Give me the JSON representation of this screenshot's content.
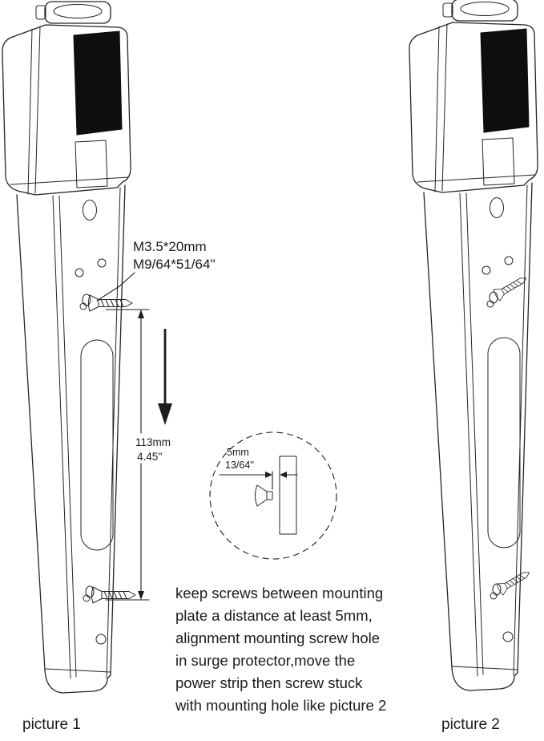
{
  "colors": {
    "ink": "#242424",
    "screen_fill": "#0e0e0e",
    "background": "#ffffff"
  },
  "annotations": {
    "screw_spec": {
      "line1": "M3.5*20mm",
      "line2": "M9/64*51/64''"
    },
    "distance": {
      "metric": "113mm",
      "imperial": "4.45''"
    },
    "detail_gap": {
      "metric": "5mm",
      "imperial": "13/64''"
    },
    "instructions": {
      "lines": [
        "keep screws between mounting",
        "plate a distance at least 5mm,",
        "alignment mounting screw hole",
        "in surge protector,move the",
        "power strip then screw stuck",
        "with mounting hole like picture 2"
      ]
    }
  },
  "captions": {
    "picture1": "picture 1",
    "picture2": "picture 2"
  }
}
